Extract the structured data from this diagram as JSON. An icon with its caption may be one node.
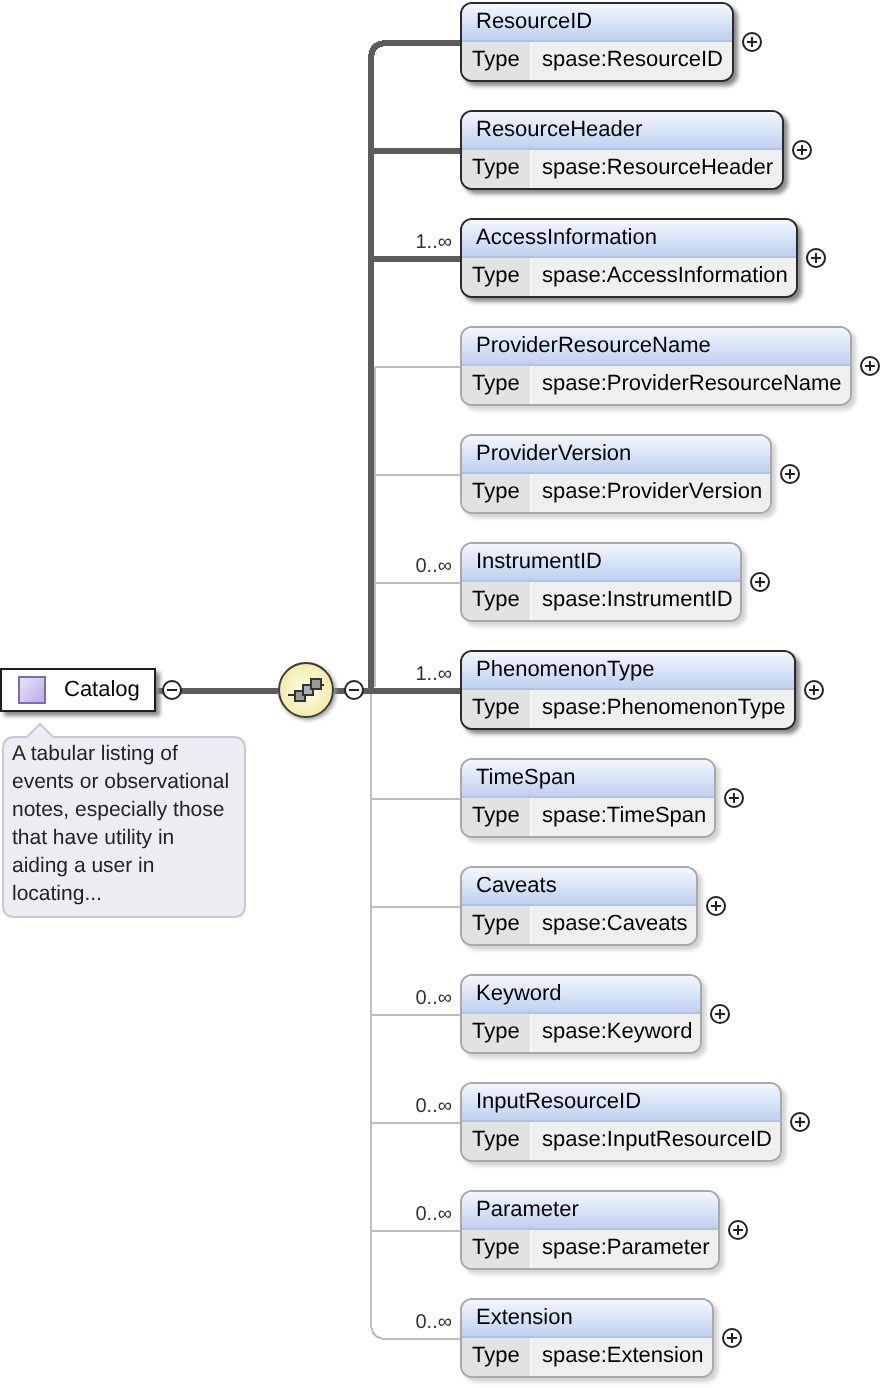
{
  "diagram": {
    "nodes": [
      {
        "text": [
          "Catalog"
        ]
      },
      {
        "text": [
          "A tabular listing of events or observational notes, especially those that have utility in aiding a user in locating..."
        ]
      },
      {
        "text": [],
        "shape": "circle"
      },
      {
        "text": [
          "ResourceID",
          "Type",
          "spase:ResourceID"
        ]
      },
      {
        "text": [
          "ResourceHeader",
          "Type",
          "spase:ResourceHeader"
        ]
      },
      {
        "text": [
          "AccessInformation",
          "Type",
          "spase:AccessInformation"
        ]
      },
      {
        "text": [
          "ProviderResourceName",
          "Type",
          "spase:ProviderResourceName"
        ]
      },
      {
        "text": [
          "ProviderVersion",
          "Type",
          "spase:ProviderVersion"
        ]
      },
      {
        "text": [
          "InstrumentID",
          "Type",
          "spase:InstrumentID"
        ]
      },
      {
        "text": [
          "PhenomenonType",
          "Type",
          "spase:PhenomenonType"
        ]
      },
      {
        "text": [
          "TimeSpan",
          "Type",
          "spase:TimeSpan"
        ]
      },
      {
        "text": [
          "Caveats",
          "Type",
          "spase:Caveats"
        ]
      },
      {
        "text": [
          "Keyword",
          "Type",
          "spase:Keyword"
        ]
      },
      {
        "text": [
          "InputResourceID",
          "Type",
          "spase:InputResourceID"
        ]
      },
      {
        "text": [
          "Parameter",
          "Type",
          "spase:Parameter"
        ]
      },
      {
        "text": [
          "Extension",
          "Type",
          "spase:Extension"
        ]
      }
    ],
    "edges": [
      {
        "from": 0,
        "to": 2,
        "arrow": "none",
        "style": "thick",
        "color": "#5c5c5c"
      },
      {
        "from": 2,
        "to": 3,
        "arrow": "none",
        "style": "thick",
        "color": "#5c5c5c"
      },
      {
        "from": 2,
        "to": 4,
        "arrow": "none",
        "style": "thick",
        "color": "#5c5c5c"
      },
      {
        "from": 2,
        "to": 5,
        "arrow": "none",
        "label": "1..∞",
        "style": "thick",
        "color": "#5c5c5c"
      },
      {
        "from": 2,
        "to": 6,
        "arrow": "none",
        "color": "#bdbdbd"
      },
      {
        "from": 2,
        "to": 7,
        "arrow": "none",
        "color": "#bdbdbd"
      },
      {
        "from": 2,
        "to": 8,
        "arrow": "none",
        "label": "0..∞",
        "color": "#bdbdbd"
      },
      {
        "from": 2,
        "to": 9,
        "arrow": "none",
        "label": "1..∞",
        "style": "thick",
        "color": "#5c5c5c"
      },
      {
        "from": 2,
        "to": 10,
        "arrow": "none",
        "color": "#bdbdbd"
      },
      {
        "from": 2,
        "to": 11,
        "arrow": "none",
        "color": "#bdbdbd"
      },
      {
        "from": 2,
        "to": 12,
        "arrow": "none",
        "label": "0..∞",
        "color": "#bdbdbd"
      },
      {
        "from": 2,
        "to": 13,
        "arrow": "none",
        "label": "0..∞",
        "color": "#bdbdbd"
      },
      {
        "from": 2,
        "to": 14,
        "arrow": "none",
        "label": "0..∞",
        "color": "#bdbdbd"
      },
      {
        "from": 2,
        "to": 15,
        "arrow": "none",
        "label": "0..∞",
        "color": "#bdbdbd"
      }
    ]
  }
}
